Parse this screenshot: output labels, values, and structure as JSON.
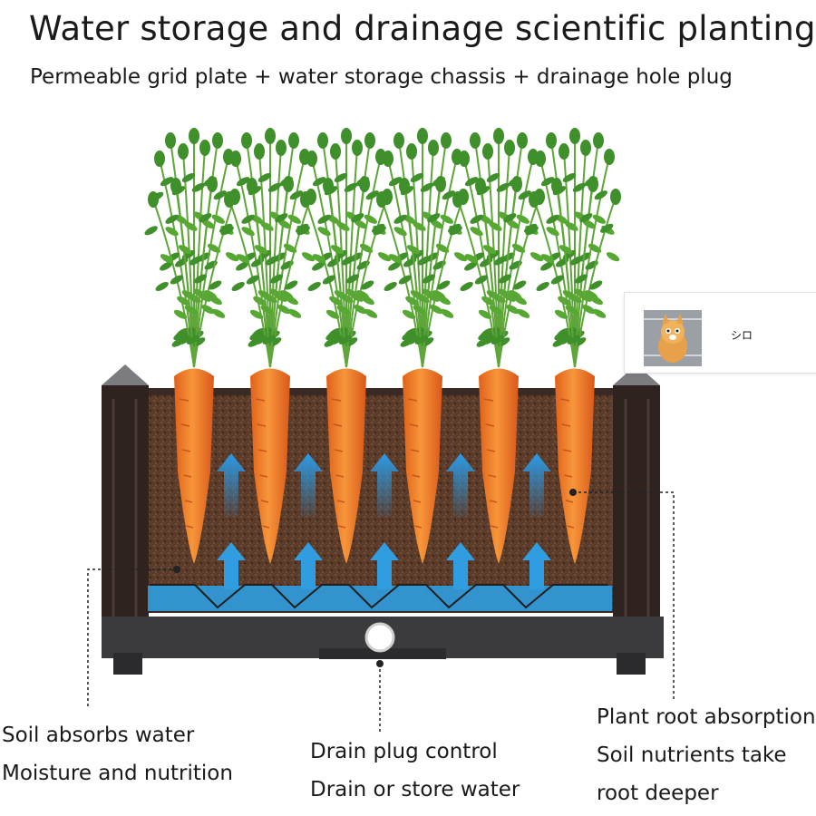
{
  "header": {
    "title": "Water storage and drainage scientific planting",
    "subtitle": "Permeable grid plate + water storage chassis + drainage hole plug"
  },
  "captions": {
    "left": [
      "Soil absorbs water",
      "Moisture and nutrition"
    ],
    "middle": [
      "Drain plug control",
      "Drain or store water"
    ],
    "right": [
      "Plant root absorption",
      "Soil nutrients take",
      "root deeper"
    ]
  },
  "popup": {
    "name": "シロ",
    "avatar_icon": "cat-avatar-icon"
  },
  "colors": {
    "planter": "#3b2b27",
    "soil": "#5a3a28",
    "water": "#2f9de0",
    "carrot": "#f07a22",
    "leaves": "#3f8f2a"
  },
  "carrot_count": 6
}
